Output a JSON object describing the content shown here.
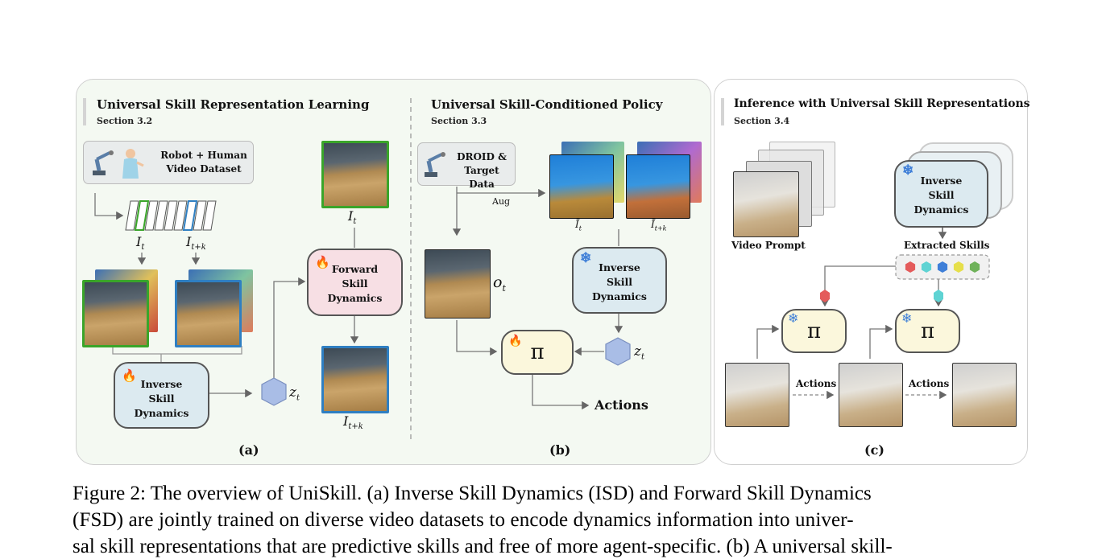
{
  "panel_a": {
    "title": "Universal Skill Representation Learning",
    "section": "Section 3.2",
    "dataset_label": "Robot + Human Video Dataset",
    "frame_label_t": "I",
    "frame_label_t_sub": "t",
    "frame_label_tk": "I",
    "frame_label_tk_sub": "t+k",
    "isd_label": "Inverse Skill Dynamics",
    "fsd_label": "Forward Skill Dynamics",
    "z_label": "z",
    "z_sub": "t",
    "top_img_label": "I",
    "top_img_sub": "t",
    "bottom_img_label": "I",
    "bottom_img_sub": "t+k",
    "panel_label": "(a)"
  },
  "panel_b": {
    "title": "Universal Skill-Conditioned Policy",
    "section": "Section 3.3",
    "data_label": "DROID & Target Data",
    "aug_label": "Aug",
    "it_label": "Ĩ",
    "it_sub": "t",
    "itk_label": "Ĩ",
    "itk_sub": "t+k",
    "obs_label": "o",
    "obs_sub": "t",
    "isd_label": "Inverse Skill Dynamics",
    "pi_label": "π",
    "z_label": "z",
    "z_sub": "t",
    "actions_label": "Actions",
    "panel_label": "(b)"
  },
  "panel_c": {
    "title": "Inference with Universal Skill Representations",
    "section": "Section 3.4",
    "video_prompt_label": "Video Prompt",
    "isd_label": "Inverse Skill Dynamics",
    "extracted_label": "Extracted Skills",
    "pi_label": "π",
    "actions_label_1": "Actions",
    "actions_label_2": "Actions",
    "panel_label": "(c)",
    "skill_colors": [
      "#e45b5b",
      "#5fd3d3",
      "#3f7fd8",
      "#e6df4b",
      "#6fb25a"
    ]
  },
  "caption": {
    "line1": "Figure 2: The overview of UniSkill. (a) Inverse Skill Dynamics (ISD) and Forward Skill Dynamics",
    "line2": "(FSD) are jointly trained on diverse video datasets to encode dynamics information into univer-",
    "line3": "sal skill representations that are predictive skills and free of more agent-specific. (b) A universal skill-"
  },
  "colors": {
    "green_border": "#3aa52a",
    "blue_border": "#2f7fc2",
    "isd_fill": "#dceaf0",
    "fsd_fill": "#f7dfe4",
    "pi_fill": "#fbf7dc",
    "hex_fill": "#a9bde6"
  }
}
